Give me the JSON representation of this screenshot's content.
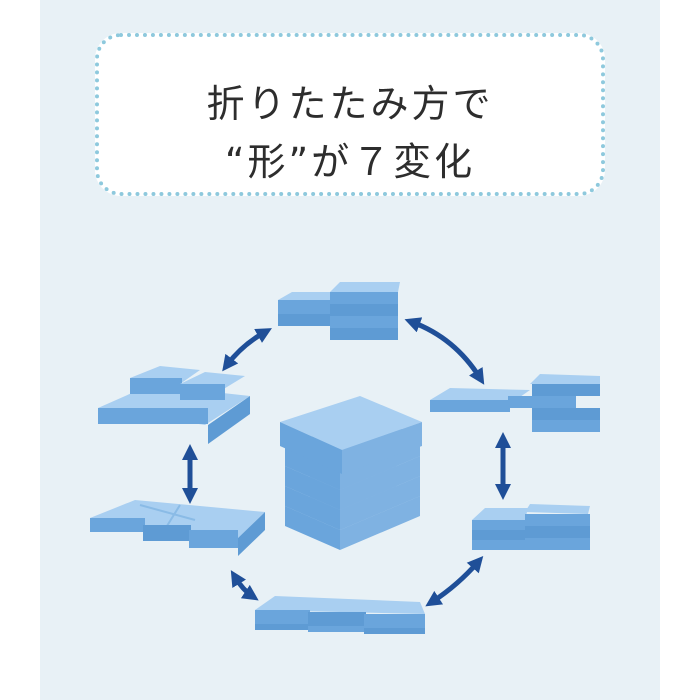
{
  "heading": {
    "line1": "折りたたみ方で",
    "line2": "“形”が７変化"
  },
  "colors": {
    "panel_bg": "#e8f1f6",
    "border_dots": "#8ec9dd",
    "mat_top": "#a9cff1",
    "mat_side": "#6aa5dc",
    "arrow": "#1f4f98"
  },
  "shapes": [
    "center-cube-stack",
    "step-stack-top",
    "step-stack-right",
    "folded-stack-lower-right",
    "flat-row-bottom",
    "flat-grid-left",
    "two-block-sofa-upper-left"
  ]
}
